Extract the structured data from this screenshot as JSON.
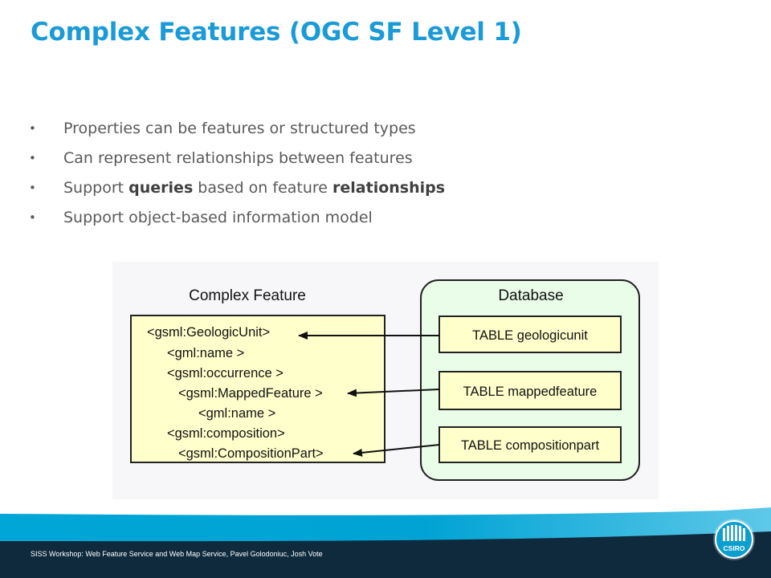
{
  "slide": {
    "title": "Complex Features (OGC SF Level 1)",
    "bullets": [
      {
        "text": "Properties can be features or structured types"
      },
      {
        "text": "Can represent relationships between features"
      },
      {
        "pre": "Support ",
        "b1": "queries",
        "mid": " based on feature ",
        "b2": "relationships"
      },
      {
        "text": "Support object-based information model"
      }
    ],
    "bullet_glyph": "•"
  },
  "diagram": {
    "complex_feature": {
      "heading": "Complex Feature",
      "lines": [
        "<gsml:GeologicUnit>",
        "<gml:name >",
        "<gsml:occurrence >",
        "<gsml:MappedFeature >",
        "<gml:name >",
        "<gsml:composition>",
        "<gsml:CompositionPart>"
      ]
    },
    "database": {
      "heading": "Database",
      "tables": [
        "TABLE geologicunit",
        "TABLE mappedfeature",
        "TABLE compositionpart"
      ]
    },
    "colors": {
      "feature_fill": "#ffffcc",
      "database_fill": "#eafde9",
      "table_fill": "#ffffcc"
    }
  },
  "footer": {
    "text": "SISS Workshop: Web Feature Service and Web Map Service, Pavel Golodoniuc, Josh Vote",
    "logo_text": "CSIRO",
    "band_color": "#0f2a3d",
    "accent_color": "#00a6d6"
  }
}
